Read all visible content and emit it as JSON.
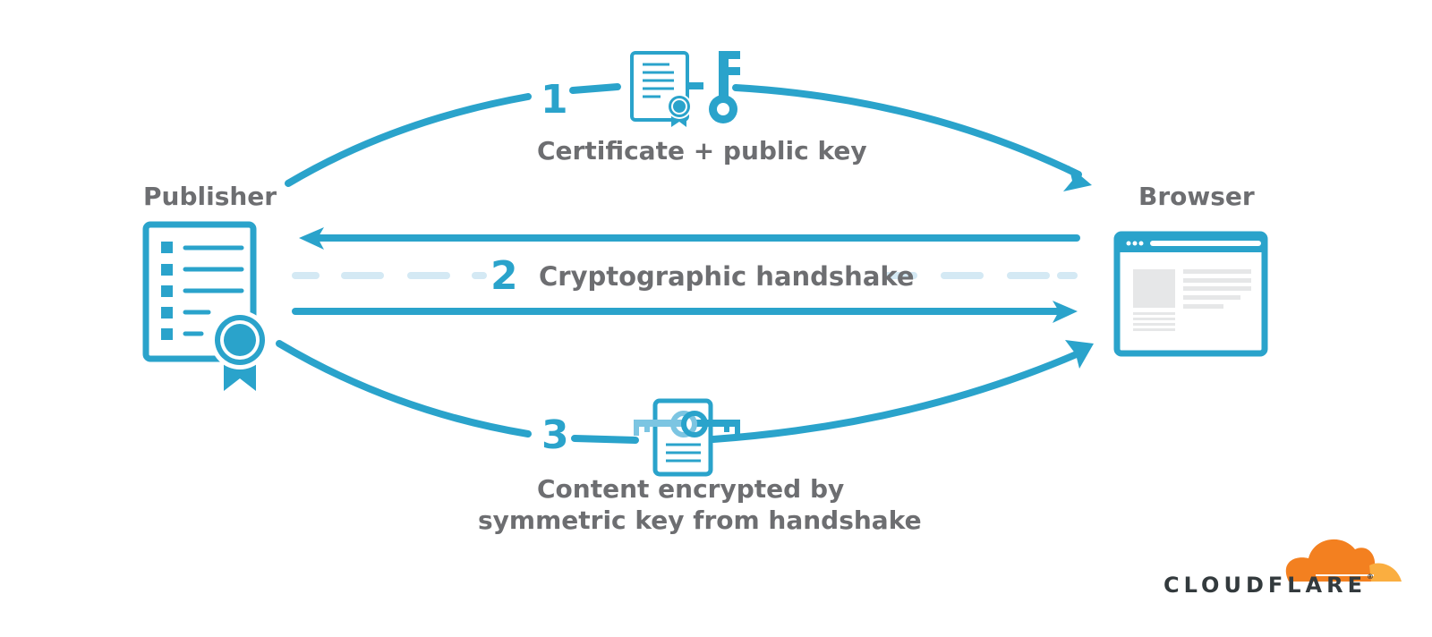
{
  "diagram": {
    "title": "HTTPS / TLS flow",
    "nodes": {
      "publisher": {
        "label": "Publisher",
        "icon": "certificate-document-icon"
      },
      "browser": {
        "label": "Browser",
        "icon": "browser-window-icon"
      }
    },
    "steps": [
      {
        "number": "1",
        "label": "Certificate + public key",
        "icons": [
          "certificate-icon",
          "key-icon"
        ],
        "direction": "publisher-to-browser"
      },
      {
        "number": "2",
        "label": "Cryptographic handshake",
        "direction": "bidirectional"
      },
      {
        "number": "3",
        "label_line1": "Content encrypted by",
        "label_line2": "symmetric key from handshake",
        "icons": [
          "encrypted-document-icon"
        ],
        "direction": "publisher-to-browser"
      }
    ]
  },
  "brand": {
    "wordmark": "CLOUDFLARE",
    "registered": "®"
  },
  "colors": {
    "accent": "#2aa3cb",
    "accent_light": "#d4e9f4",
    "text": "#6d6e71",
    "cloud_dark": "#f38020",
    "cloud_light": "#faae40",
    "wordmark": "#333a3d",
    "placeholder": "#e6e7e8"
  }
}
